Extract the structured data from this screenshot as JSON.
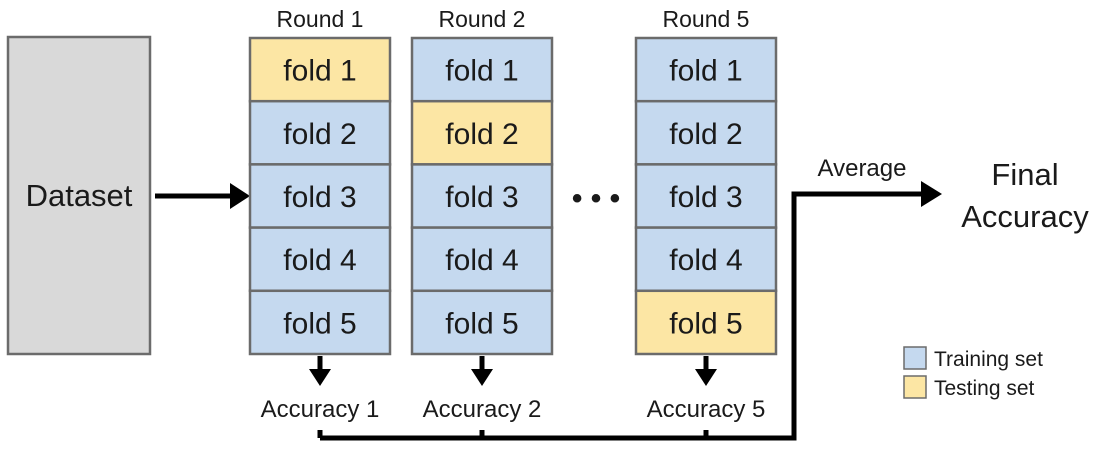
{
  "dataset": {
    "label": "Dataset",
    "color": "#d9d9d9"
  },
  "rounds": [
    {
      "title": "Round 1",
      "folds": [
        "fold 1",
        "fold 2",
        "fold 3",
        "fold 4",
        "fold 5"
      ],
      "testing_fold_index": 0,
      "accuracy": "Accuracy 1"
    },
    {
      "title": "Round 2",
      "folds": [
        "fold 1",
        "fold 2",
        "fold 3",
        "fold 4",
        "fold 5"
      ],
      "testing_fold_index": 1,
      "accuracy": "Accuracy 2"
    },
    {
      "title": "Round 5",
      "folds": [
        "fold 1",
        "fold 2",
        "fold 3",
        "fold 4",
        "fold 5"
      ],
      "testing_fold_index": 4,
      "accuracy": "Accuracy 5"
    }
  ],
  "ellipsis": "• • •",
  "average_label": "Average",
  "final": {
    "line1": "Final",
    "line2": "Accuracy"
  },
  "legend": {
    "training": "Training set",
    "testing": "Testing set"
  },
  "colors": {
    "training": "#c5d9ef",
    "testing": "#fce6a4",
    "border": "#6b6b6b",
    "arrow": "#000000"
  }
}
